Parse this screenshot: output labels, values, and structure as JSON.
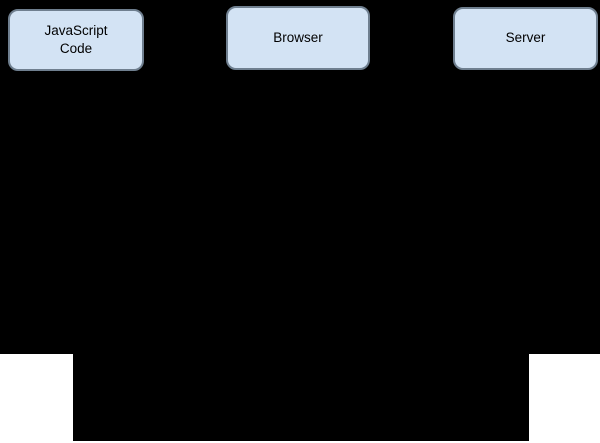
{
  "diagram": {
    "type": "sequence-diagram-actors",
    "nodes": [
      {
        "id": "javascript-code",
        "label": "JavaScript\nCode"
      },
      {
        "id": "browser",
        "label": "Browser"
      },
      {
        "id": "server",
        "label": "Server"
      }
    ]
  },
  "colors": {
    "node_fill": "#d3e3f4",
    "node_border": "#6f7f8f",
    "text_color": "#000000",
    "mask_color": "#000000",
    "band_color": "#ffffff"
  }
}
